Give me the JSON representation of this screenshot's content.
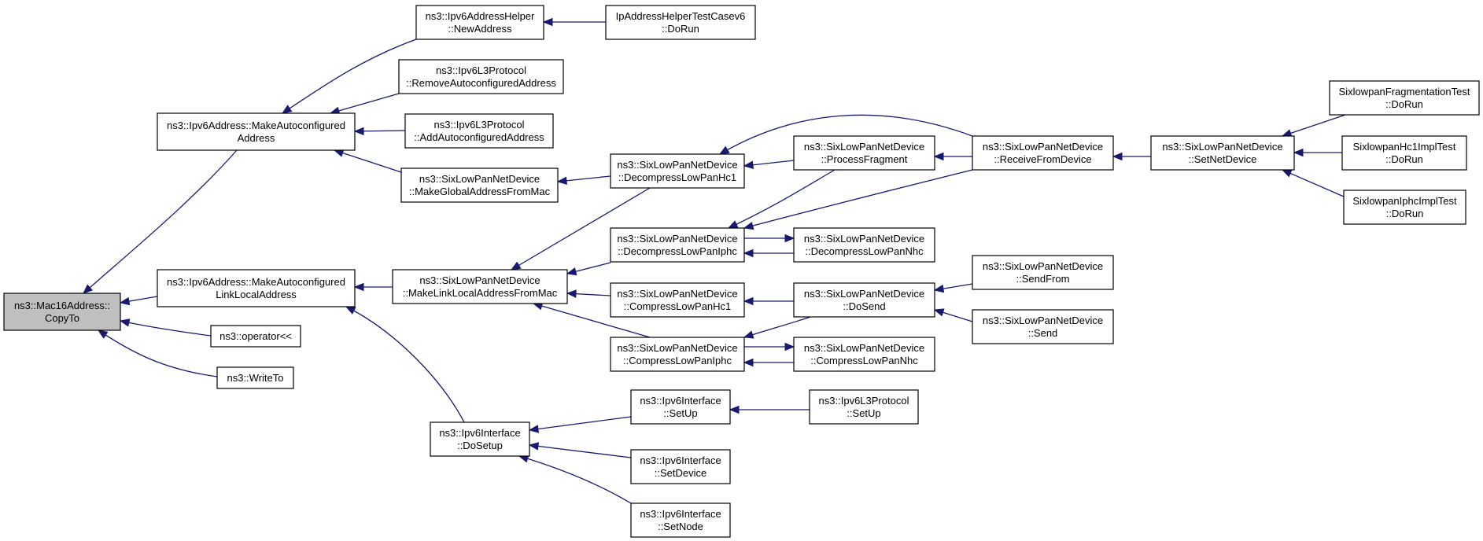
{
  "graph": {
    "title": "",
    "edge_color": "#191970",
    "root_fill": "#bfbfbf",
    "nodes": {
      "mac16_copyto": [
        "ns3::Mac16Address::",
        "CopyTo"
      ],
      "ipv6addr_autoconf": [
        "ns3::Ipv6Address::MakeAutoconfigured",
        "Address"
      ],
      "ipv6addr_autoconf_ll": [
        "ns3::Ipv6Address::MakeAutoconfigured",
        "LinkLocalAddress"
      ],
      "operator_ll": [
        "ns3::operator<<"
      ],
      "writeto": [
        "ns3::WriteTo"
      ],
      "addrhelper_newaddr": [
        "ns3::Ipv6AddressHelper",
        "::NewAddress"
      ],
      "ipaddrhelpertest_dorun": [
        "IpAddressHelperTestCasev6",
        "::DoRun"
      ],
      "l3_remove_autoconf": [
        "ns3::Ipv6L3Protocol",
        "::RemoveAutoconfiguredAddress"
      ],
      "l3_add_autoconf": [
        "ns3::Ipv6L3Protocol",
        "::AddAutoconfiguredAddress"
      ],
      "slp_makeglobal": [
        "ns3::SixLowPanNetDevice",
        "::MakeGlobalAddressFromMac"
      ],
      "slp_makelinklocal": [
        "ns3::SixLowPanNetDevice",
        "::MakeLinkLocalAddressFromMac"
      ],
      "ipv6if_dosetup": [
        "ns3::Ipv6Interface",
        "::DoSetup"
      ],
      "slp_decomp_hc1": [
        "ns3::SixLowPanNetDevice",
        "::DecompressLowPanHc1"
      ],
      "slp_decomp_iphc": [
        "ns3::SixLowPanNetDevice",
        "::DecompressLowPanIphc"
      ],
      "slp_comp_hc1": [
        "ns3::SixLowPanNetDevice",
        "::CompressLowPanHc1"
      ],
      "slp_comp_iphc": [
        "ns3::SixLowPanNetDevice",
        "::CompressLowPanIphc"
      ],
      "slp_processfrag": [
        "ns3::SixLowPanNetDevice",
        "::ProcessFragment"
      ],
      "slp_decomp_nhc": [
        "ns3::SixLowPanNetDevice",
        "::DecompressLowPanNhc"
      ],
      "slp_dosend": [
        "ns3::SixLowPanNetDevice",
        "::DoSend"
      ],
      "slp_comp_nhc": [
        "ns3::SixLowPanNetDevice",
        "::CompressLowPanNhc"
      ],
      "slp_receivefromdevice": [
        "ns3::SixLowPanNetDevice",
        "::ReceiveFromDevice"
      ],
      "slp_sendfrom": [
        "ns3::SixLowPanNetDevice",
        "::SendFrom"
      ],
      "slp_send": [
        "ns3::SixLowPanNetDevice",
        "::Send"
      ],
      "slp_setnetdevice": [
        "ns3::SixLowPanNetDevice",
        "::SetNetDevice"
      ],
      "test_frag_dorun": [
        "SixlowpanFragmentationTest",
        "::DoRun"
      ],
      "test_hc1_dorun": [
        "SixlowpanHc1ImplTest",
        "::DoRun"
      ],
      "test_iphc_dorun": [
        "SixlowpanIphcImplTest",
        "::DoRun"
      ],
      "ipv6if_setup": [
        "ns3::Ipv6Interface",
        "::SetUp"
      ],
      "ipv6if_setdevice": [
        "ns3::Ipv6Interface",
        "::SetDevice"
      ],
      "ipv6if_setnode": [
        "ns3::Ipv6Interface",
        "::SetNode"
      ],
      "l3_setup": [
        "ns3::Ipv6L3Protocol",
        "::SetUp"
      ]
    },
    "edges": [
      [
        "ipv6addr_autoconf",
        "mac16_copyto"
      ],
      [
        "ipv6addr_autoconf_ll",
        "mac16_copyto"
      ],
      [
        "operator_ll",
        "mac16_copyto"
      ],
      [
        "writeto",
        "mac16_copyto"
      ],
      [
        "addrhelper_newaddr",
        "ipv6addr_autoconf"
      ],
      [
        "l3_remove_autoconf",
        "ipv6addr_autoconf"
      ],
      [
        "l3_add_autoconf",
        "ipv6addr_autoconf"
      ],
      [
        "slp_makeglobal",
        "ipv6addr_autoconf"
      ],
      [
        "ipaddrhelpertest_dorun",
        "addrhelper_newaddr"
      ],
      [
        "slp_makelinklocal",
        "ipv6addr_autoconf_ll"
      ],
      [
        "ipv6if_dosetup",
        "ipv6addr_autoconf_ll"
      ],
      [
        "slp_decomp_hc1",
        "slp_makeglobal"
      ],
      [
        "slp_decomp_hc1",
        "slp_makelinklocal"
      ],
      [
        "slp_decomp_iphc",
        "slp_makelinklocal"
      ],
      [
        "slp_comp_hc1",
        "slp_makelinklocal"
      ],
      [
        "slp_comp_iphc",
        "slp_makelinklocal"
      ],
      [
        "slp_processfrag",
        "slp_decomp_hc1"
      ],
      [
        "slp_receivefromdevice",
        "slp_decomp_hc1"
      ],
      [
        "slp_processfrag",
        "slp_decomp_iphc"
      ],
      [
        "slp_receivefromdevice",
        "slp_decomp_iphc"
      ],
      [
        "slp_decomp_nhc",
        "slp_decomp_iphc"
      ],
      [
        "slp_decomp_iphc",
        "slp_decomp_nhc"
      ],
      [
        "slp_dosend",
        "slp_comp_hc1"
      ],
      [
        "slp_dosend",
        "slp_comp_iphc"
      ],
      [
        "slp_comp_nhc",
        "slp_comp_iphc"
      ],
      [
        "slp_comp_iphc",
        "slp_comp_nhc"
      ],
      [
        "slp_receivefromdevice",
        "slp_processfrag"
      ],
      [
        "slp_sendfrom",
        "slp_dosend"
      ],
      [
        "slp_send",
        "slp_dosend"
      ],
      [
        "slp_setnetdevice",
        "slp_receivefromdevice"
      ],
      [
        "test_frag_dorun",
        "slp_setnetdevice"
      ],
      [
        "test_hc1_dorun",
        "slp_setnetdevice"
      ],
      [
        "test_iphc_dorun",
        "slp_setnetdevice"
      ],
      [
        "ipv6if_setup",
        "ipv6if_dosetup"
      ],
      [
        "ipv6if_setdevice",
        "ipv6if_dosetup"
      ],
      [
        "ipv6if_setnode",
        "ipv6if_dosetup"
      ],
      [
        "l3_setup",
        "ipv6if_setup"
      ]
    ]
  }
}
